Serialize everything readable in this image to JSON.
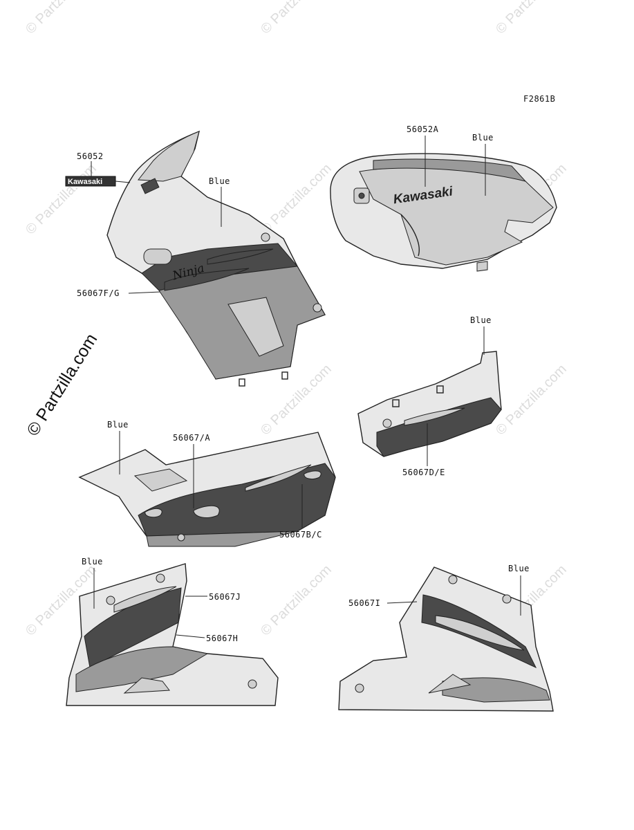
{
  "figure_code": "F2861B",
  "watermark": {
    "text": "© Partzilla.com",
    "main": "© Partzilla.com"
  },
  "labels": {
    "p56052": "56052",
    "p56052A": "56052A",
    "p56067FG": "56067F/G",
    "p56067A": "56067/A",
    "p56067BC": "56067B/C",
    "p56067DE": "56067D/E",
    "p56067J": "56067J",
    "p56067H": "56067H",
    "p56067I": "56067I",
    "color_blue": "Blue"
  },
  "decal_text": {
    "kawasaki_badge": "Kawasaki",
    "tank_logo": "Kawasaki",
    "ninja": "Ninja"
  }
}
